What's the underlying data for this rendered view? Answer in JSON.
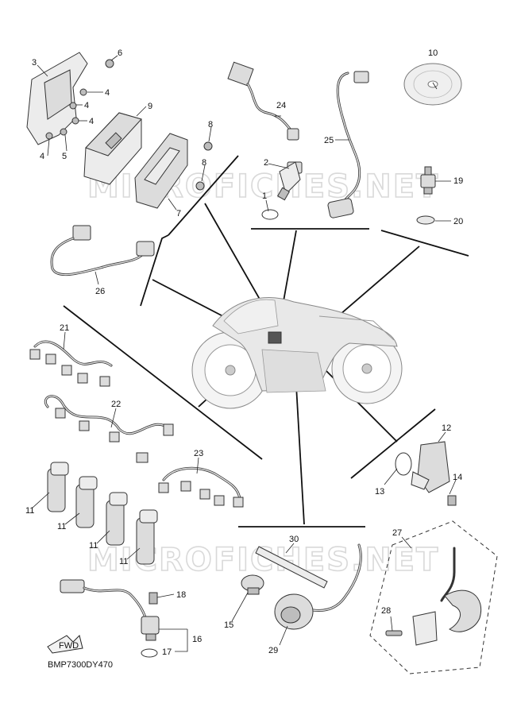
{
  "watermark": "MICROFICHES.NET",
  "diagram_code": "BMP7300DY470",
  "fwd_label": "FWD",
  "callouts": [
    "1",
    "2",
    "3",
    "4",
    "5",
    "6",
    "7",
    "8",
    "9",
    "10",
    "11",
    "12",
    "13",
    "14",
    "15",
    "16",
    "17",
    "18",
    "19",
    "20",
    "21",
    "22",
    "23",
    "24",
    "25",
    "26",
    "27",
    "28",
    "29",
    "30"
  ]
}
